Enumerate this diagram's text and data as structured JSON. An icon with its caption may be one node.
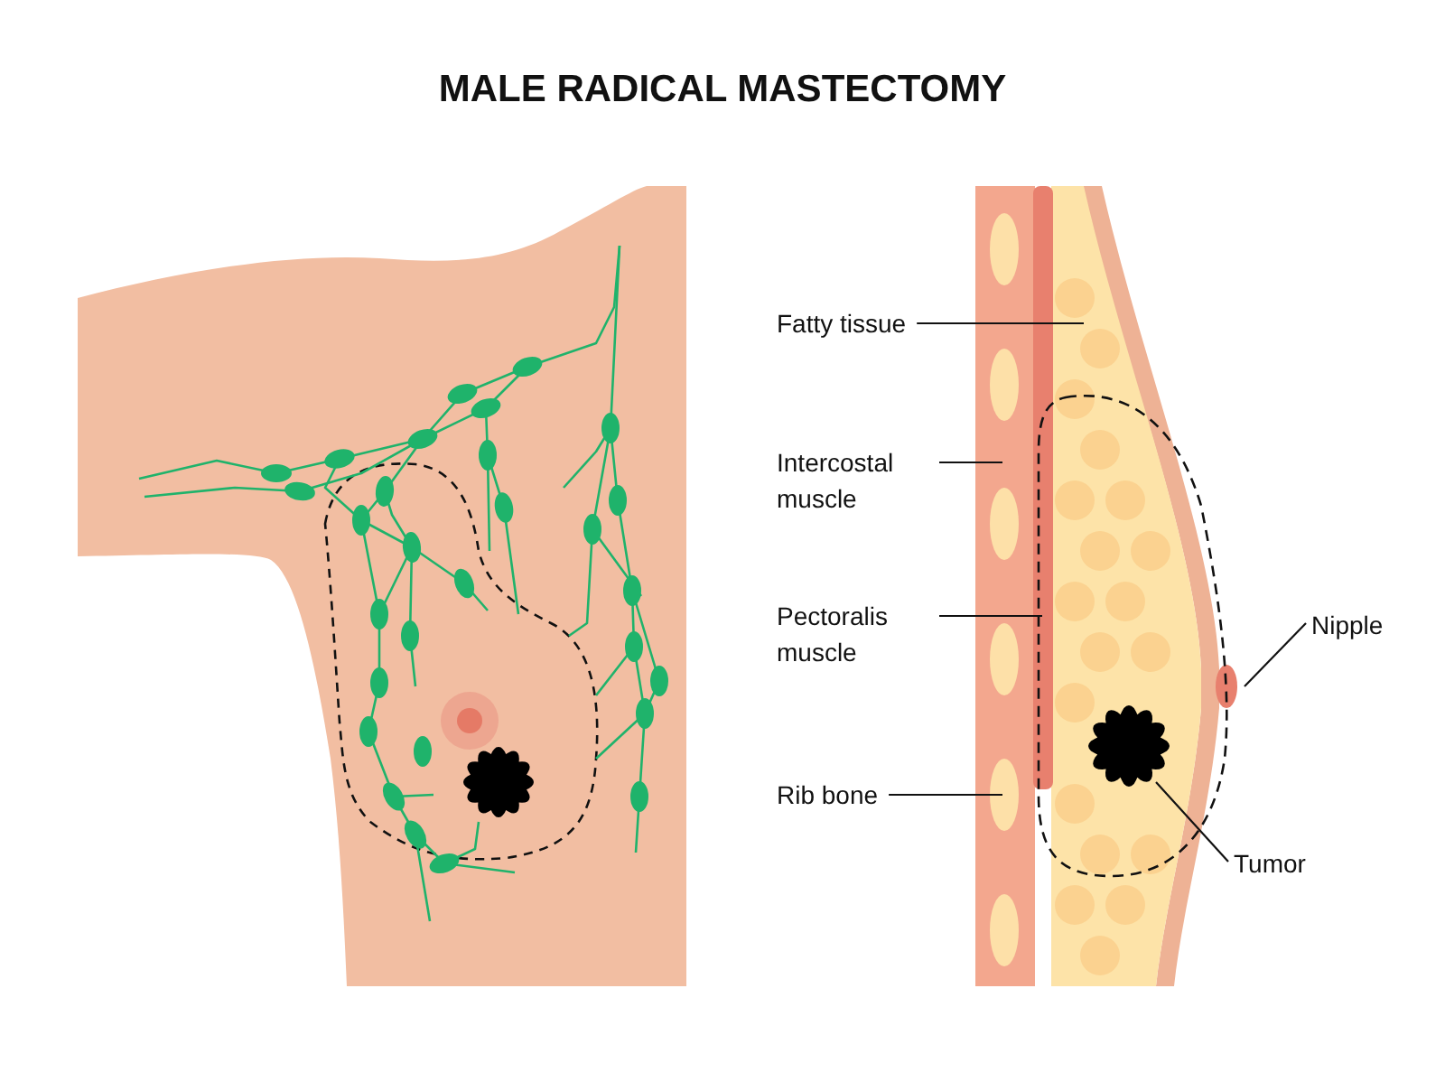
{
  "diagram": {
    "title": "MALE RADICAL MASTECTOMY",
    "nodes": [
      {
        "text": [
          "Fatty tissue"
        ]
      },
      {
        "text": [
          "Intercostal muscle"
        ]
      },
      {
        "text": [
          "Pectoralis muscle"
        ]
      },
      {
        "text": [
          "Rib bone"
        ]
      },
      {
        "text": [
          "Nipple"
        ]
      },
      {
        "text": [
          "Tumor"
        ]
      },
      {
        "text": [],
        "shape": "picture"
      },
      {
        "text": [],
        "shape": "bar"
      },
      {
        "text": [],
        "shape": "circle",
        "in": 7
      },
      {
        "text": [],
        "shape": "circle",
        "in": 7
      },
      {
        "text": [],
        "shape": "circle",
        "in": 7
      },
      {
        "text": [],
        "shape": "circle",
        "in": 7
      },
      {
        "text": [],
        "shape": "circle",
        "in": 7
      },
      {
        "text": [],
        "shape": "circle",
        "in": 7
      },
      {
        "text": [],
        "shape": "bar"
      },
      {
        "text": [],
        "shape": "circle"
      },
      {
        "text": [],
        "shape": "picture",
        "in": 6
      }
    ],
    "edges": [
      {
        "from": 0,
        "to": 6,
        "arrow": "none"
      },
      {
        "from": 1,
        "to": 7,
        "arrow": "none"
      },
      {
        "from": 2,
        "to": 14,
        "arrow": "none"
      },
      {
        "from": 3,
        "to": 12,
        "arrow": "none"
      },
      {
        "from": 4,
        "to": 15,
        "arrow": "none"
      },
      {
        "from": 5,
        "to": 16,
        "arrow": "none"
      }
    ]
  }
}
